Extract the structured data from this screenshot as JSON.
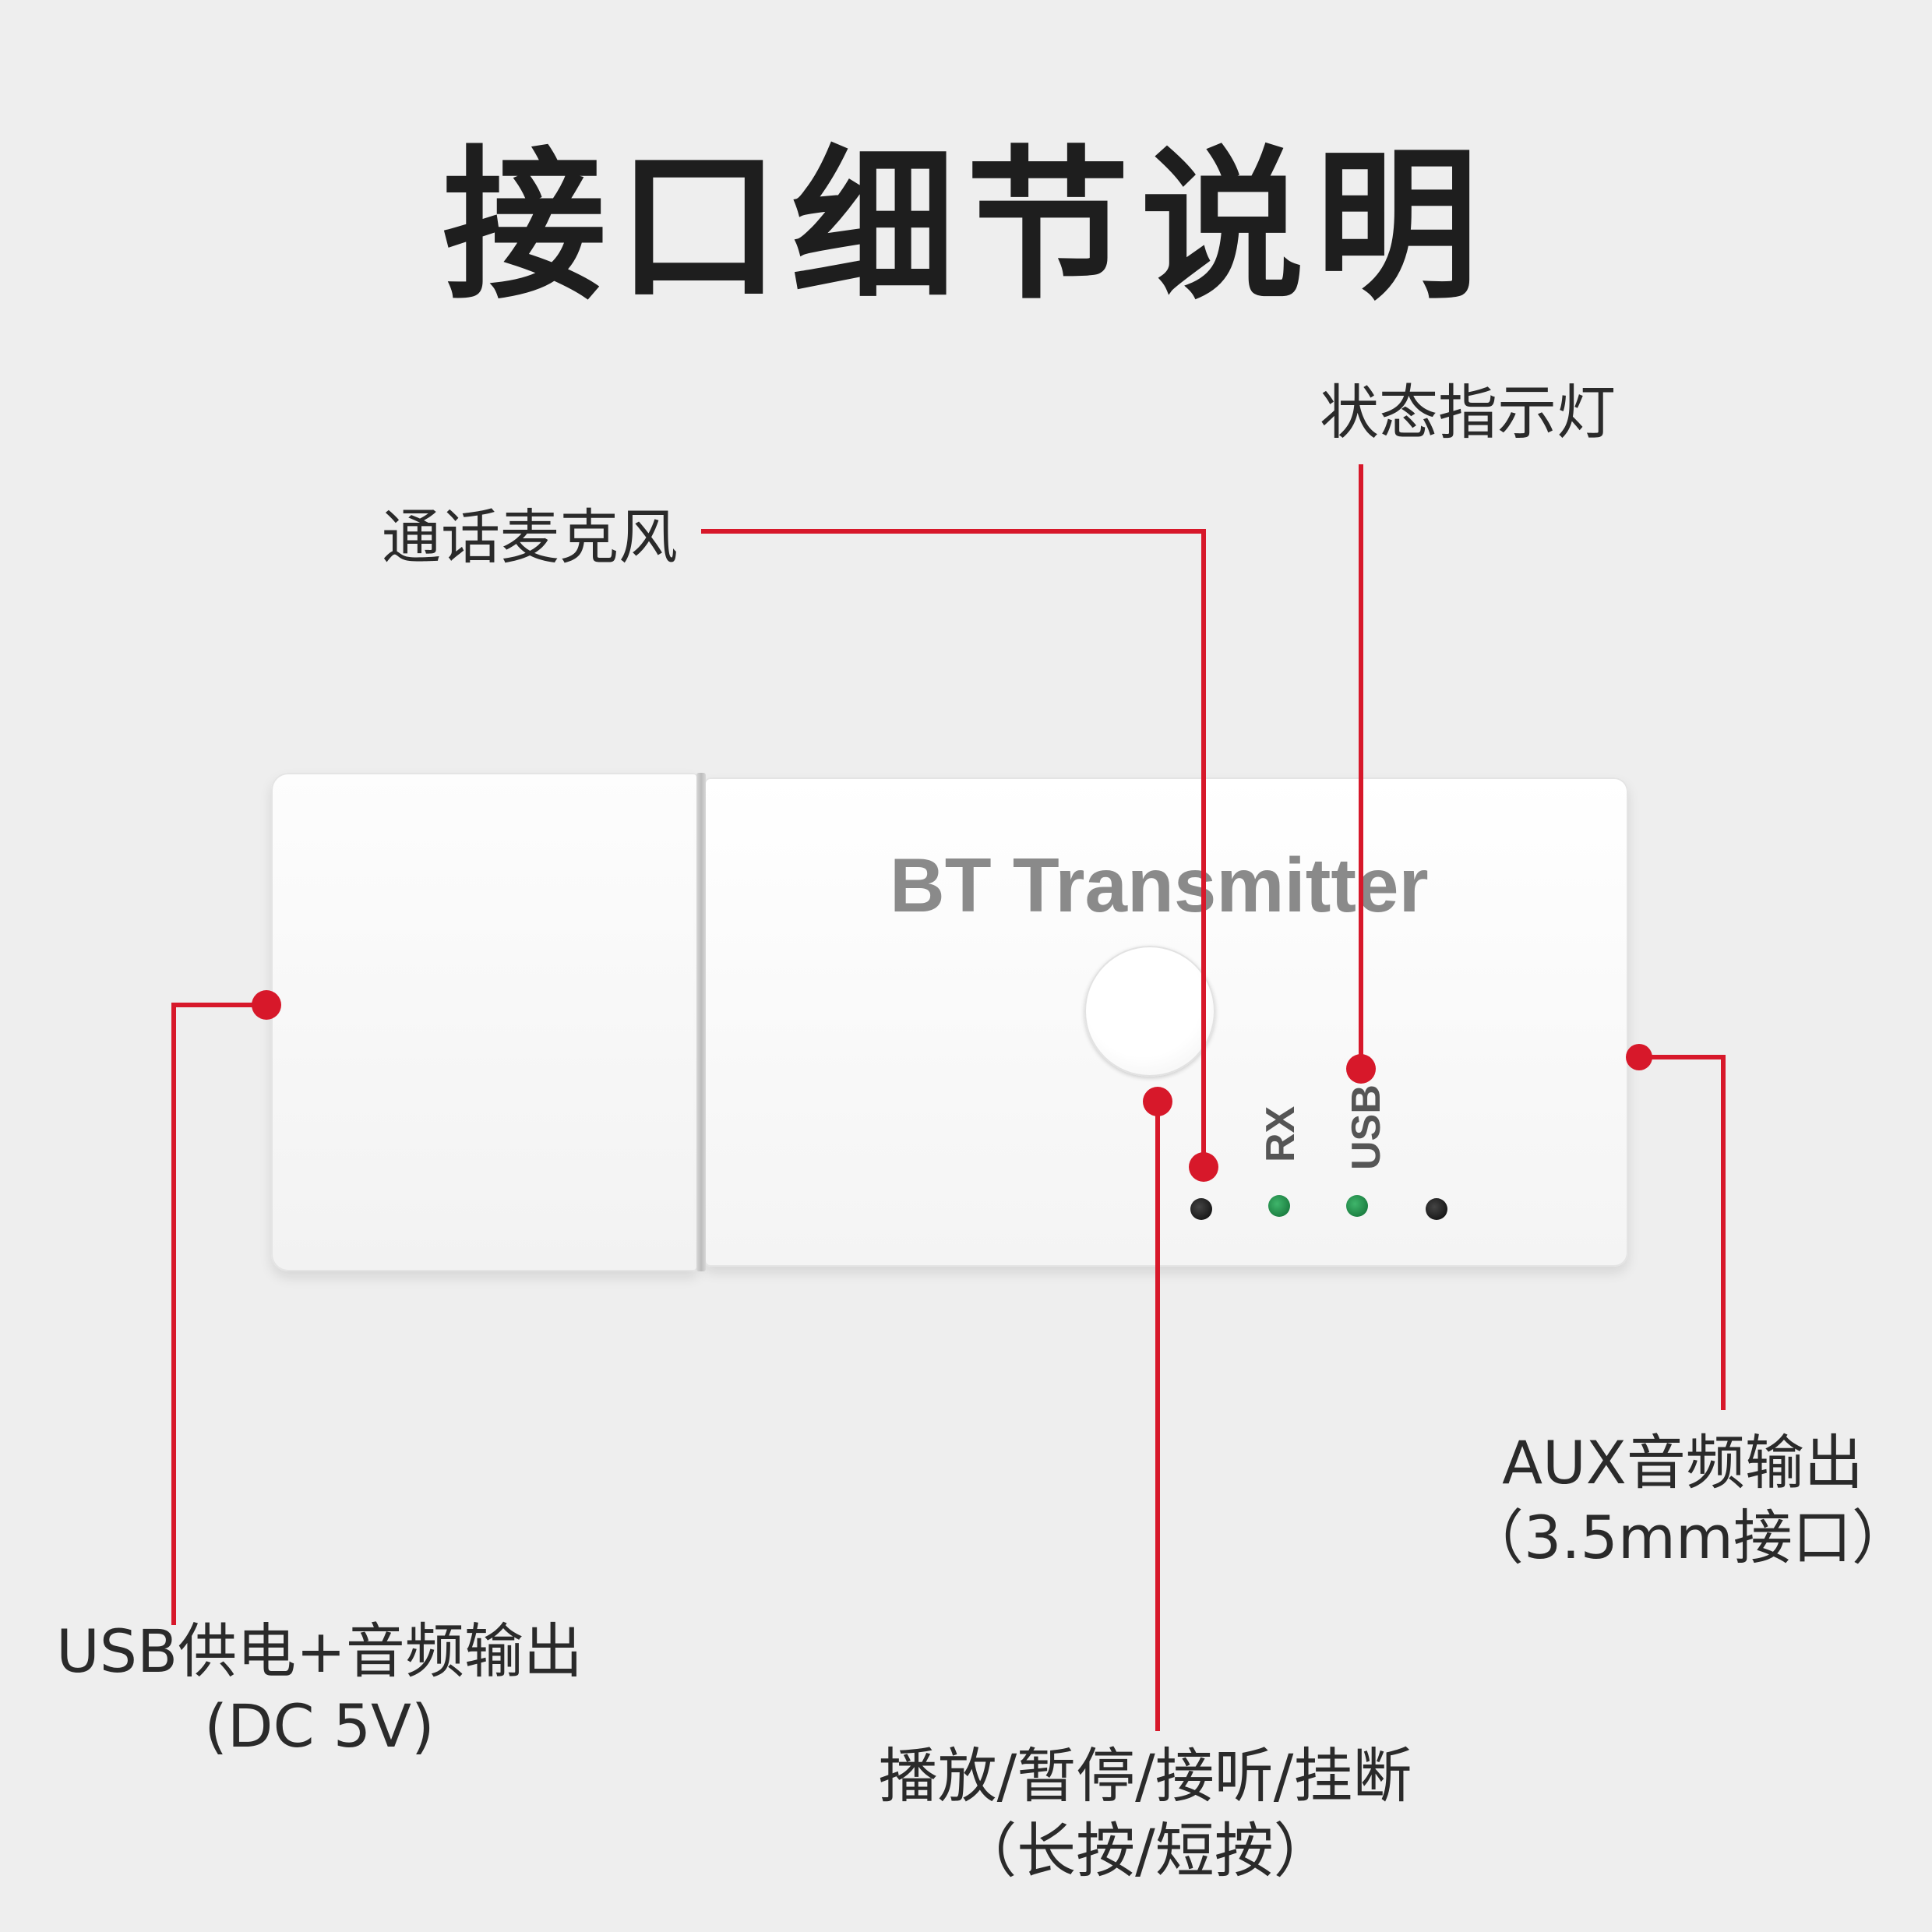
{
  "title": "接口细节说明",
  "device": {
    "brand": "BT Transmitter",
    "led_labels": {
      "rx": "RX",
      "usb": "USB"
    }
  },
  "callouts": {
    "status_led": {
      "text": "状态指示灯"
    },
    "microphone": {
      "text": "通话麦克风"
    },
    "usb_power": {
      "line1": "USB供电+音频输出",
      "line2": "(DC 5V)"
    },
    "play_button": {
      "line1": "播放/暂停/接听/挂断",
      "line2": "（长按/短按）"
    },
    "aux_out": {
      "line1": "AUX音频输出",
      "line2": "（3.5mm接口）"
    }
  },
  "colors": {
    "callout_line": "#d7182a",
    "led_green": "#1e8a4a",
    "background": "#eeeeee"
  }
}
